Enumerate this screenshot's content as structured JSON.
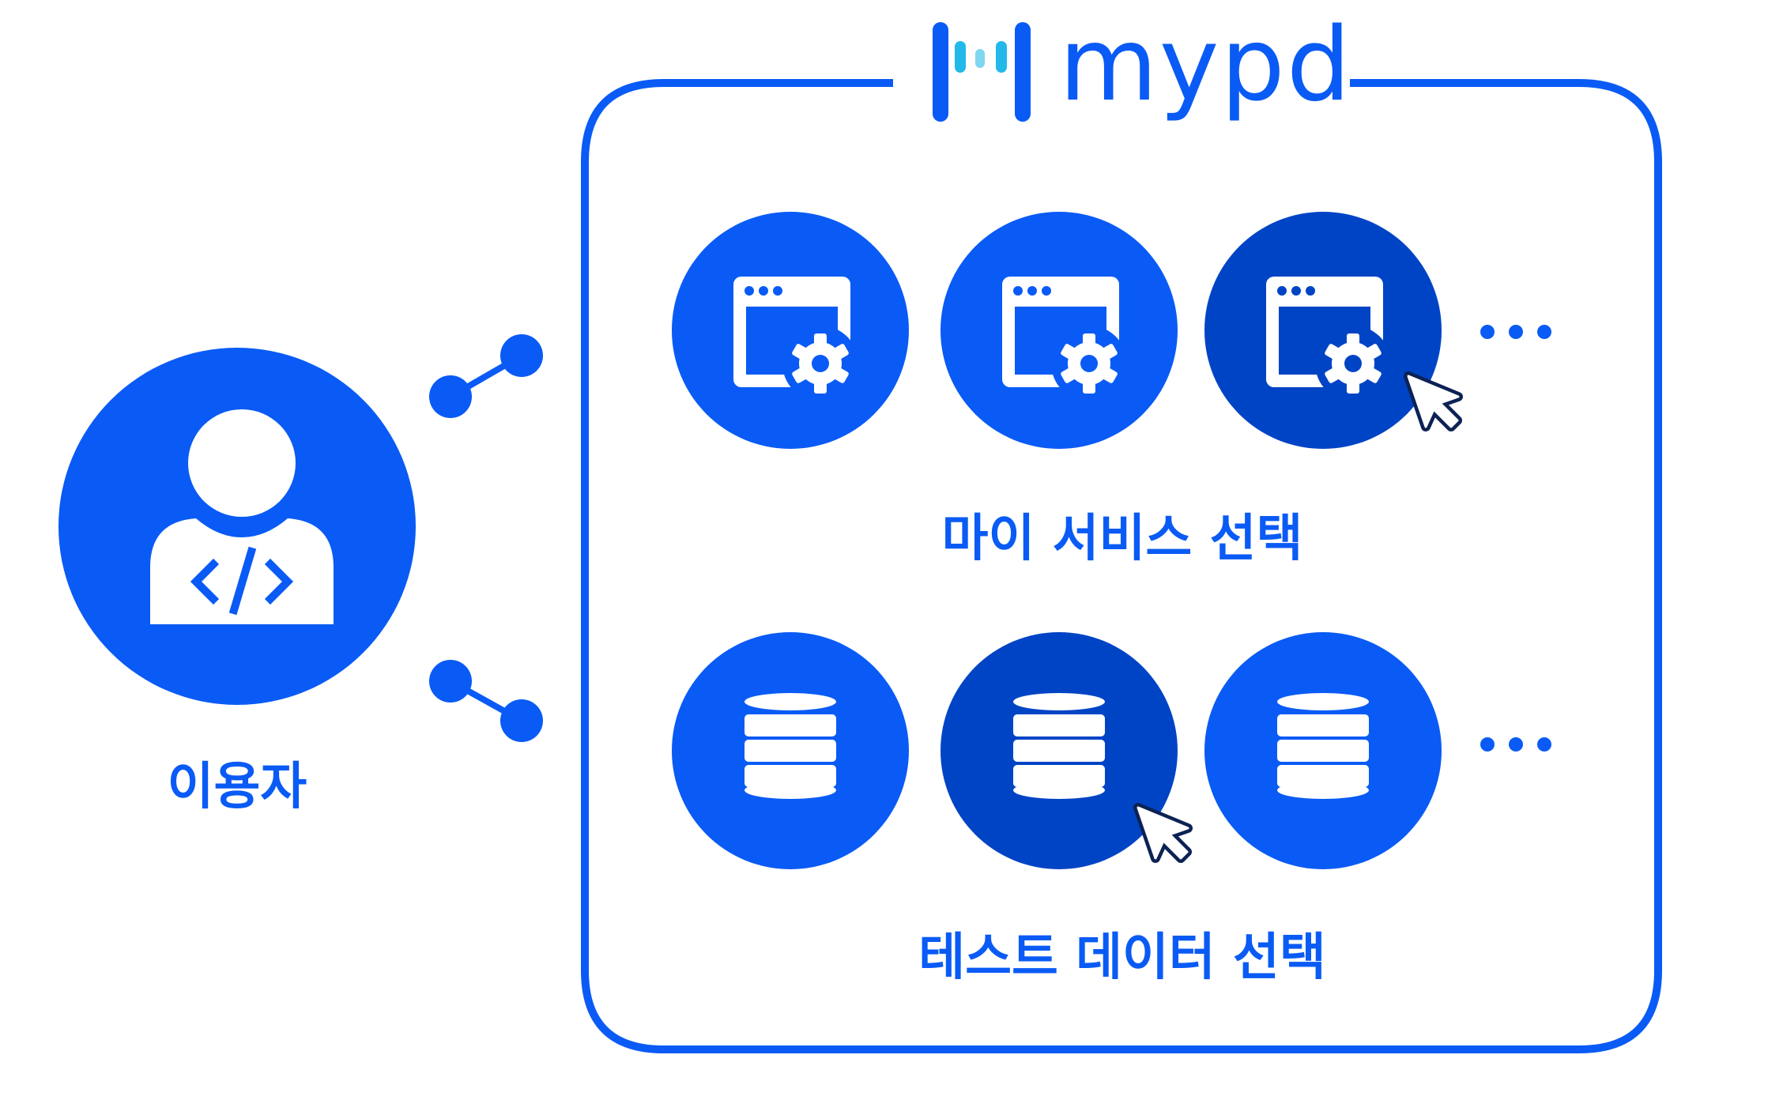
{
  "logo": {
    "text": "mypd"
  },
  "user": {
    "label": "이용자"
  },
  "rows": [
    {
      "label": "마이 서비스 선택",
      "item_icon": "browser-settings-icon",
      "selected_index": 2
    },
    {
      "label": "테스트 데이터 선택",
      "item_icon": "database-icon",
      "selected_index": 1
    }
  ],
  "colors": {
    "primary": "#0a5bf5",
    "selected": "#0044c6",
    "logo_accent": "#22b8ea",
    "white": "#ffffff",
    "cursor_outline": "#0c2254"
  }
}
